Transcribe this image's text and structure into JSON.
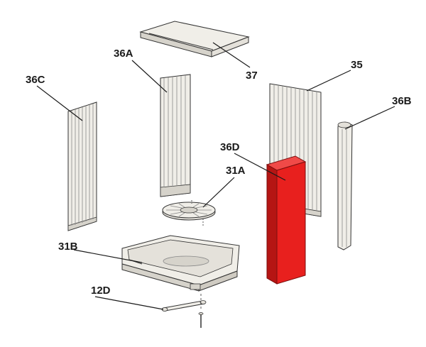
{
  "parts": [
    {
      "id": "37",
      "label": "37",
      "highlighted": false
    },
    {
      "id": "36A",
      "label": "36A",
      "highlighted": false
    },
    {
      "id": "36C",
      "label": "36C",
      "highlighted": false
    },
    {
      "id": "35",
      "label": "35",
      "highlighted": false
    },
    {
      "id": "36B",
      "label": "36B",
      "highlighted": false
    },
    {
      "id": "36D",
      "label": "36D",
      "highlighted": true
    },
    {
      "id": "31A",
      "label": "31A",
      "highlighted": false
    },
    {
      "id": "31B",
      "label": "31B",
      "highlighted": false
    },
    {
      "id": "12D",
      "label": "12D",
      "highlighted": false
    }
  ],
  "colors": {
    "highlight": "#e8201e",
    "highlight_dark": "#b51513",
    "part_fill": "#f0eee8",
    "part_shade": "#d6d3cb",
    "outline": "#333333"
  }
}
